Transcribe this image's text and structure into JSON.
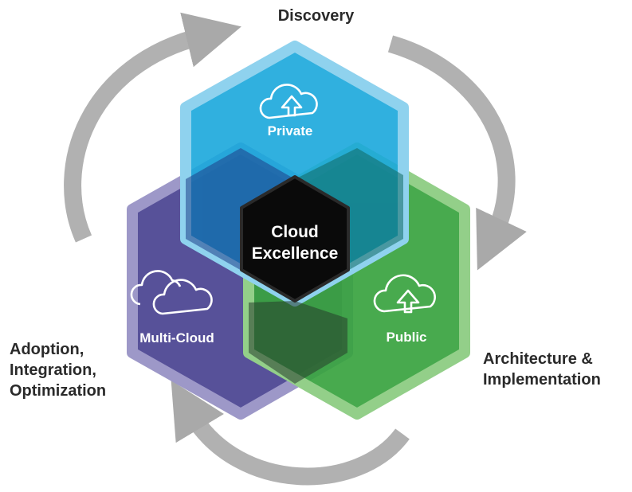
{
  "stages": {
    "discovery": "Discovery",
    "architecture": [
      "Architecture &",
      "Implementation"
    ],
    "adoption": [
      "Adoption,",
      "Integration,",
      "Optimization"
    ]
  },
  "hexagons": {
    "private": {
      "label": "Private",
      "color": "#1aa7dc",
      "icon": "cloud-upload-icon"
    },
    "public": {
      "label": "Public",
      "color": "#3aa340",
      "icon": "cloud-upload-icon"
    },
    "multi_cloud": {
      "label": "Multi-Cloud",
      "color": "#4e4893",
      "icon": "multi-cloud-icon"
    },
    "center": {
      "label": [
        "Cloud",
        "Excellence"
      ],
      "color": "#0a0a0a"
    }
  },
  "cycle_arrow_color": "#9b9b9b"
}
